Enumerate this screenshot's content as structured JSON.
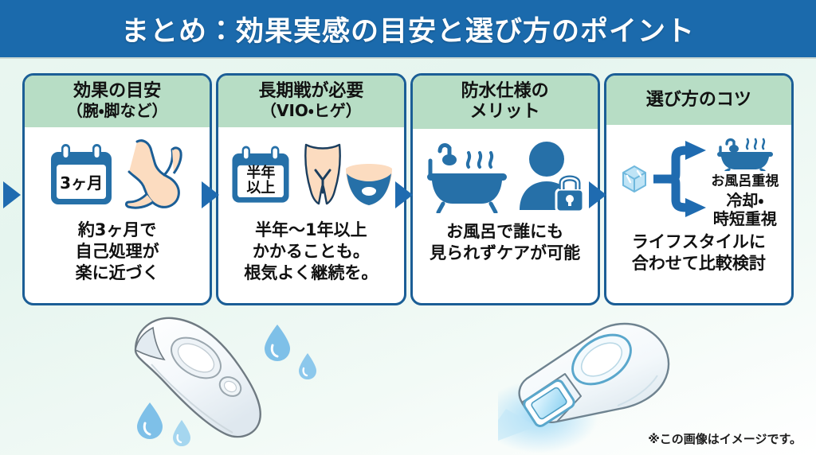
{
  "header": {
    "title": "まとめ：効果実感の目安と選び方のポイント",
    "background_color": "#1b6aac",
    "text_color": "#ffffff"
  },
  "theme": {
    "card_border_color": "#1b5e96",
    "card_header_color": "#b7ddc5",
    "icon_blue": "#2670a8",
    "arrow_blue": "#1f6bb0",
    "page_background": "#eaf7f0"
  },
  "cards": [
    {
      "title_line1": "効果の目安",
      "title_line2": "（腕・脚など）",
      "calendar_label": "3ヶ月",
      "icons": [
        "calendar-icon",
        "leg-icon"
      ],
      "body_text": "約3ヶ月で\n自己処理が\n楽に近づく"
    },
    {
      "title_line1": "長期戦が必要",
      "title_line2": "（VIO・ヒゲ）",
      "calendar_label": "半年\n以上",
      "icons": [
        "calendar-icon",
        "vio-icon",
        "beard-icon"
      ],
      "body_text": "半年〜1年以上\nかかることも。\n根気よく継続を。"
    },
    {
      "title_line1": "防水仕様の",
      "title_line2": "メリット",
      "icons": [
        "bathtub-icon",
        "person-lock-icon"
      ],
      "body_text": "お風呂で誰にも\n見られずケアが可能"
    },
    {
      "title_line1": "選び方のコツ",
      "title_line2": "",
      "icons": [
        "ice-cube-icon",
        "branch-arrows-icon",
        "bathtub-small-icon"
      ],
      "branch_label_top": "お風呂重視",
      "branch_label_bottom": "冷却・\n時短重視",
      "body_text": "ライフスタイルに\n合わせて比較検討"
    }
  ],
  "arrows": {
    "count": 4,
    "shape": "triangle-right",
    "color": "#1f6bb0"
  },
  "devices": [
    {
      "name": "ipl-device-with-water-drops",
      "droplet_count": 4,
      "droplet_color": "#7ec0e8"
    },
    {
      "name": "ipl-device-glowing",
      "glow_color": "#5ab7e8"
    }
  ],
  "footer": {
    "note": "※この画像はイメージです。"
  }
}
